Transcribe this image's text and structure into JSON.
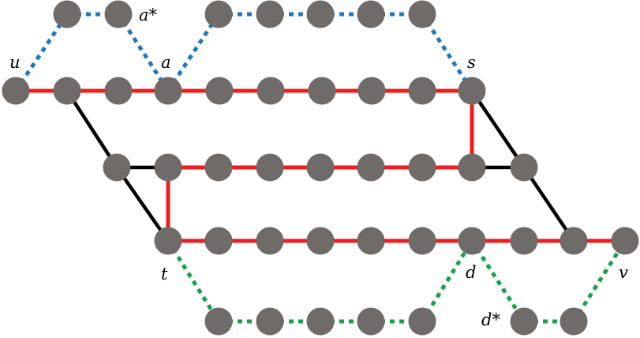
{
  "colors": {
    "node": "#6f6b69",
    "path_red": "#ee1c1c",
    "edge_black": "#000000",
    "dotted_blue": "#1f77c0",
    "dotted_green": "#18a04a",
    "background": "#ffffff"
  },
  "labels": {
    "u": "u",
    "a_star": "a*",
    "a": "a",
    "s": "s",
    "t": "t",
    "d": "d",
    "d_star": "d*",
    "v": "v"
  },
  "edge_types": [
    "red-solid",
    "black-solid",
    "blue-dotted",
    "green-dotted"
  ]
}
